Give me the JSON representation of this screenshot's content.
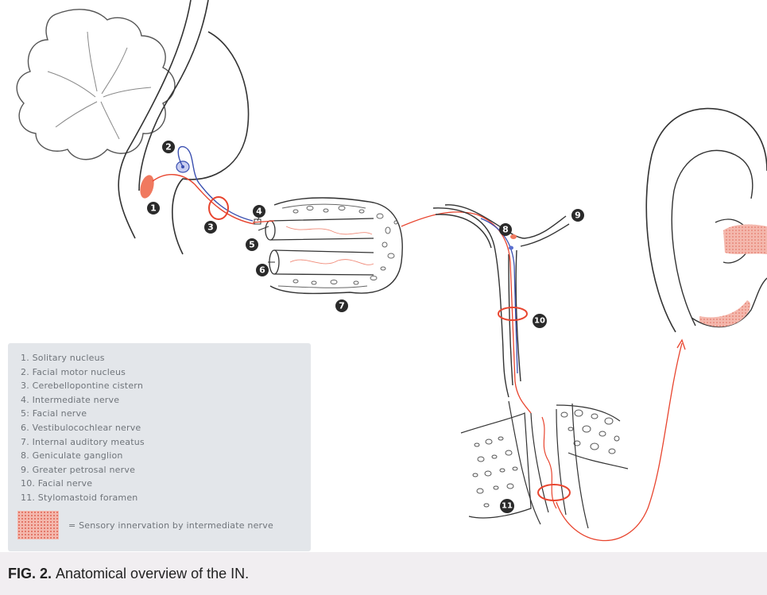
{
  "figure": {
    "legend": {
      "items": [
        "1. Solitary nucleus",
        "2. Facial motor nucleus",
        "3. Cerebellopontine cistern",
        "4. Intermediate nerve",
        "5: Facial nerve",
        "6. Vestibulocochlear nerve",
        "7. Internal auditory meatus",
        "8. Geniculate ganglion",
        "9. Greater petrosal nerve",
        "10. Facial nerve",
        "11. Stylomastoid foramen"
      ],
      "swatch_text": "= Sensory innervation by intermediate nerve"
    },
    "markers": [
      "1",
      "2",
      "3",
      "4",
      "5",
      "6",
      "7",
      "8",
      "9",
      "10",
      "11"
    ],
    "caption": {
      "label": "FIG. 2.",
      "text": "Anatomical overview of the IN."
    },
    "colors": {
      "nerve_red": "#e8452f",
      "nerve_blue": "#3a4fb0",
      "sensory_pink": "#f4b8ad",
      "legend_bg": "#e3e6ea",
      "caption_bg": "#f1eef1"
    }
  }
}
